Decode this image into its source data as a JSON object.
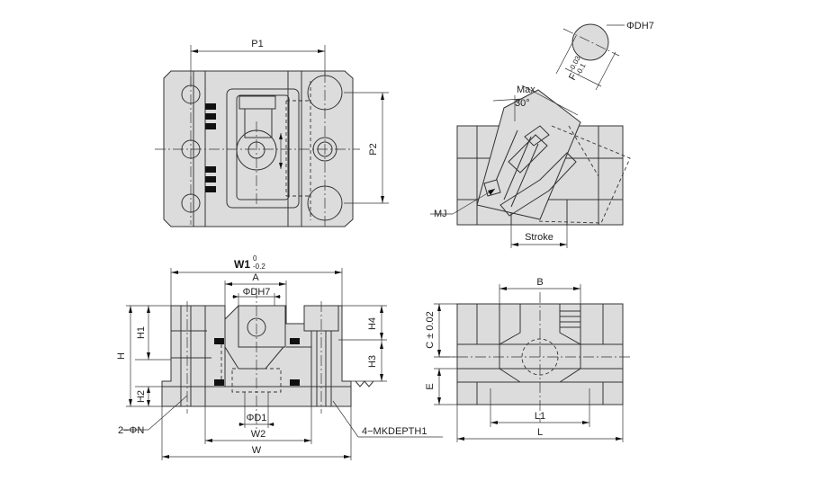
{
  "labels": {
    "p1": "P1",
    "p2": "P2",
    "dh7_top": "ΦDH7",
    "max": "Max",
    "angle": "30°",
    "f": "F",
    "f_tol_upper": "-0.03",
    "f_tol_lower": "-0.1",
    "mj": "MJ",
    "stroke": "Stroke",
    "w1": "W1",
    "w1_tol_upper": "0",
    "w1_tol_lower": "-0.2",
    "a": "A",
    "dh7_front": "ΦDH7",
    "h1": "H1",
    "h": "H",
    "h2": "H2",
    "h3": "H3",
    "h4": "H4",
    "d1": "ΦD1",
    "w2": "W2",
    "w": "W",
    "n": "2−ΦN",
    "mk": "4−MKDEPTH1",
    "b": "B",
    "c": "C ± 0.02",
    "e": "E",
    "l1": "L1",
    "l": "L"
  }
}
